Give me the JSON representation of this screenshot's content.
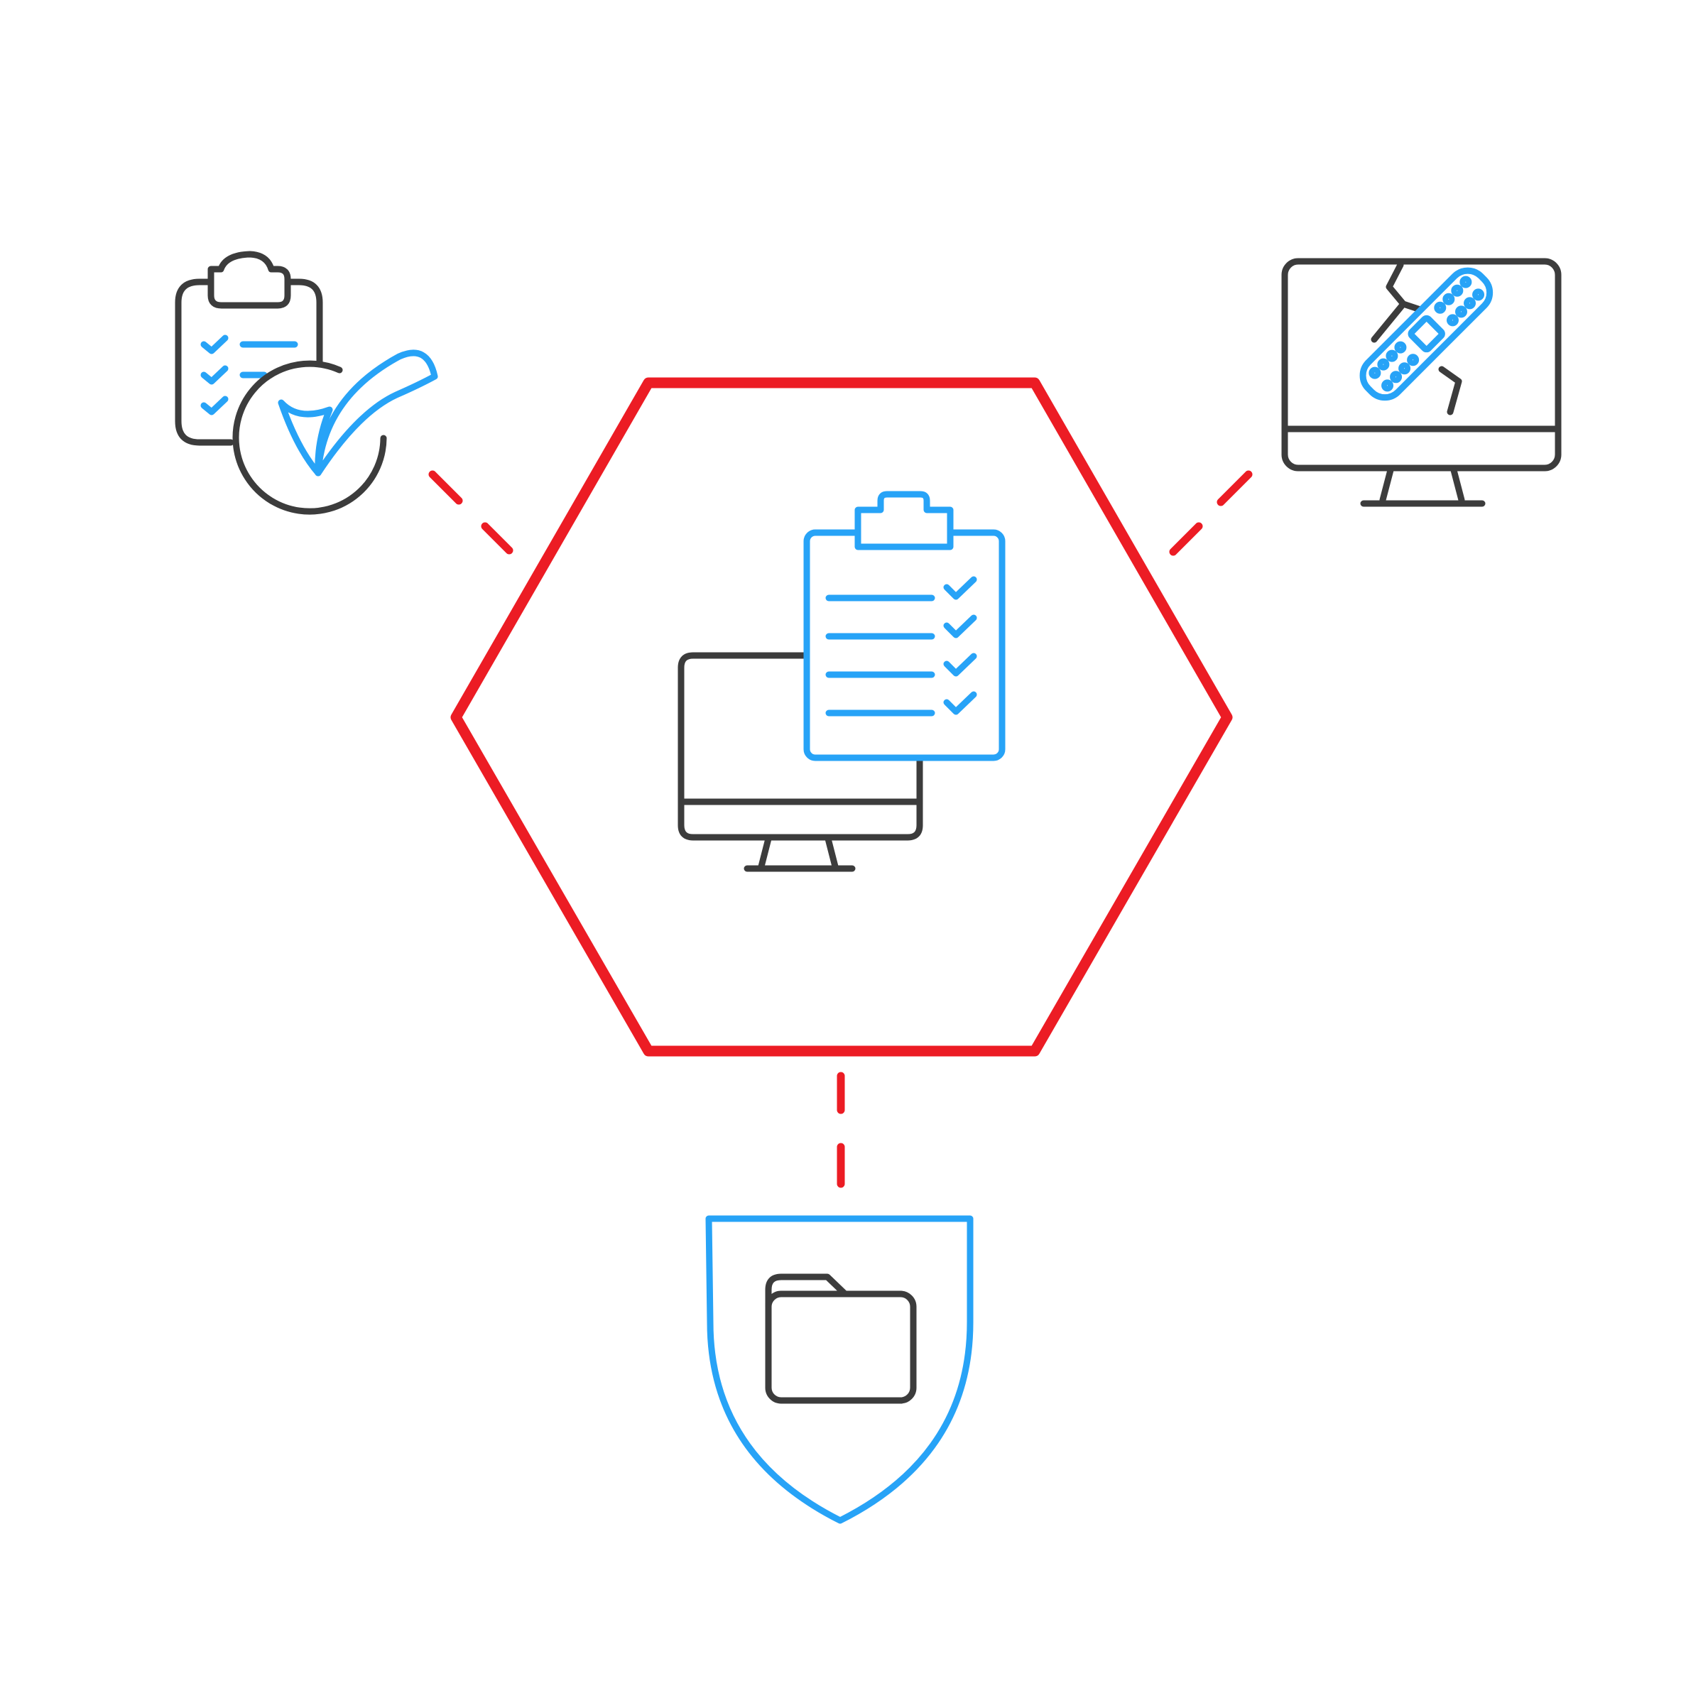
{
  "diagram": {
    "colors": {
      "hexagon": "#ec1c24",
      "connector": "#ec1c24",
      "accent": "#27a3f7",
      "outline": "#3c3c3c",
      "background": "#ffffff"
    },
    "center": {
      "icon": "monitor-with-checklist-clipboard-icon"
    },
    "nodes": [
      {
        "id": "top-left",
        "icon": "clipboard-approved-checkmark-icon"
      },
      {
        "id": "top-right",
        "icon": "monitor-patched-bandage-icon"
      },
      {
        "id": "bottom",
        "icon": "shield-folder-icon"
      }
    ],
    "connector_style": "dashed"
  }
}
